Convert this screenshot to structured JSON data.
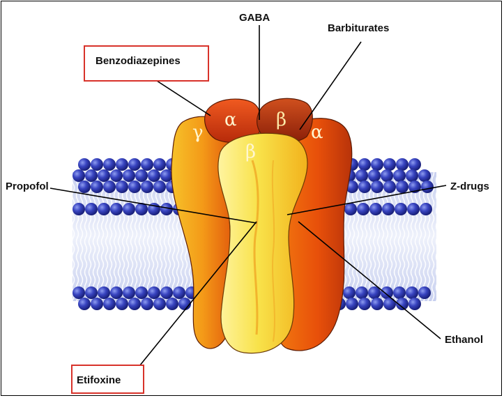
{
  "subunits": {
    "gamma": "γ",
    "alpha_left": "α",
    "beta_back": "β",
    "alpha_right": "α",
    "beta_front": "β"
  },
  "labels": {
    "gaba": "GABA",
    "barbiturates": "Barbiturates",
    "benzodiazepines": "Benzodiazepines",
    "propofol": "Propofol",
    "z_drugs": "Z-drugs",
    "ethanol": "Ethanol",
    "etifoxine": "Etifoxine"
  },
  "colors": {
    "highlight_box": "#d8322a",
    "membrane_head": "#2a34a8",
    "membrane_tail": "#d6ddf3",
    "subunit_orange": "#f07a12",
    "subunit_yellow": "#f8e24a",
    "subunit_red": "#d93a10"
  }
}
